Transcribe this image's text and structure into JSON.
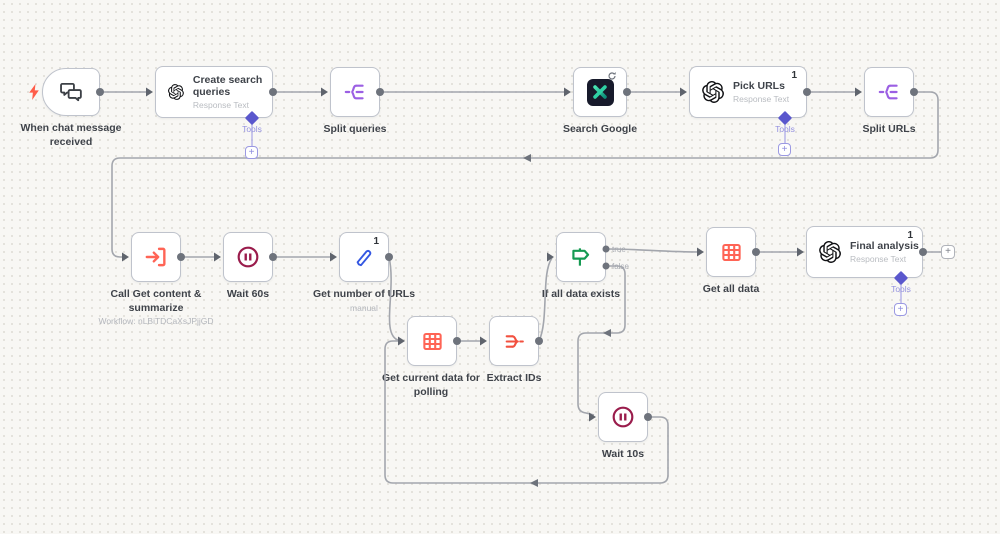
{
  "workflow": {
    "nodes": {
      "trigger": {
        "label": "When chat message received"
      },
      "create_queries": {
        "title": "Create search queries",
        "subtitle": "Response Text"
      },
      "split_queries": {
        "label": "Split queries"
      },
      "search_google": {
        "label": "Search Google"
      },
      "pick_urls": {
        "title": "Pick URLs",
        "subtitle": "Response Text",
        "badge": "1"
      },
      "split_urls": {
        "label": "Split URLs"
      },
      "call_workflow": {
        "label": "Call Get content & summarize",
        "subtitle": "Workflow: nLBiTDCaXsJPjjGD"
      },
      "wait_60": {
        "label": "Wait 60s"
      },
      "get_number": {
        "label": "Get number of URLs",
        "subtitle": "manual",
        "badge": "1"
      },
      "get_current": {
        "label": "Get current data for polling"
      },
      "extract_ids": {
        "label": "Extract IDs"
      },
      "if_exists": {
        "label": "If all data exists"
      },
      "get_all": {
        "label": "Get all data"
      },
      "final_analysis": {
        "title": "Final analysis",
        "subtitle": "Response Text",
        "badge": "1"
      },
      "wait_10": {
        "label": "Wait 10s"
      }
    },
    "labels": {
      "tools": "Tools",
      "true_branch": "true",
      "false_branch": "false",
      "plus": "+"
    },
    "colors": {
      "canvas_bg": "#f8f7f4",
      "edge": "#a3a6ad",
      "coral": "#ff6455",
      "purple_icon": "#9b5fe3",
      "indigo_accent": "#5a57cd",
      "green": "#169a53",
      "maroon": "#9a1c4c",
      "blue_pen": "#3457e2",
      "teal_x": "#2fd0a4",
      "dark_tile": "#171a2b"
    }
  }
}
